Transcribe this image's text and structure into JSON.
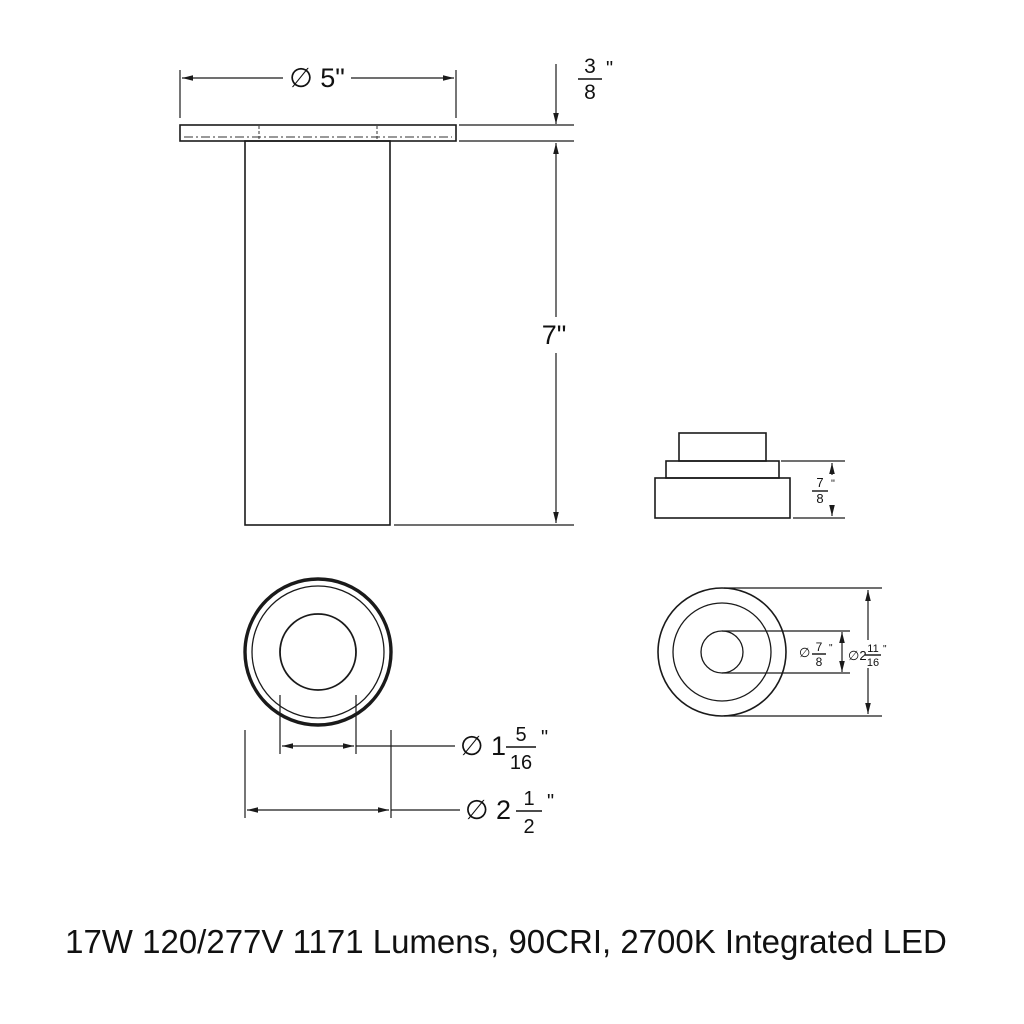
{
  "spec_line": "17W 120/277V 1171 Lumens, 90CRI, 2700K Integrated LED",
  "dims": {
    "plate_diameter": {
      "text": "∅ 5\""
    },
    "plate_thickness": {
      "num": "3",
      "den": "8",
      "unit": "\""
    },
    "body_height": {
      "text": "7\""
    },
    "aperture_diameter": {
      "prefix": "∅ 1",
      "num": "5",
      "den": "16",
      "unit": "\""
    },
    "body_diameter": {
      "prefix": "∅ 2",
      "num": "1",
      "den": "2",
      "unit": "\""
    },
    "canopy_height": {
      "num": "7",
      "den": "8",
      "unit": "\""
    },
    "canopy_hole_diameter": {
      "prefix": "∅",
      "num": "7",
      "den": "8",
      "unit": "\""
    },
    "canopy_diameter": {
      "prefix": "∅2",
      "num": "11",
      "den": "16",
      "unit": "\""
    }
  }
}
